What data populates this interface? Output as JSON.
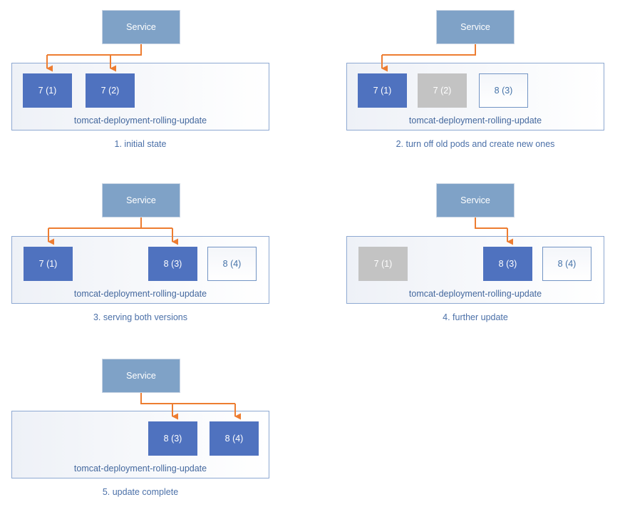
{
  "figure": {
    "title": "Kubernetes rolling update sequence",
    "colors": {
      "service_fill": "#7fa2c7",
      "service_stroke": "#c9d5e4",
      "pod_active_fill": "#4f72bf",
      "pod_active_stroke": "#4f72bf",
      "pod_terminating_fill": "#c3c3c3",
      "pod_terminating_stroke": "#c3c3c3",
      "pod_pending_fill": "#ffffff",
      "pod_pending_stroke": "#7294c4",
      "deployment_fill": "#f7f8fb",
      "deployment_stroke": "#8ea9d2",
      "arrow": "#ed7d31",
      "caption_text": "#4b70a8",
      "deployment_text": "#44689e",
      "pod_text_light": "#ffffff",
      "pod_text_blue": "#4472a8"
    },
    "labels": {
      "service": "Service",
      "deployment": "tomcat-deployment-rolling-update"
    },
    "panels": [
      {
        "id": "panel-1",
        "caption": "1. initial state",
        "service": "Service",
        "deployment": "tomcat-deployment-rolling-update",
        "pods": [
          {
            "label": "7 (1)",
            "state": "active"
          },
          {
            "label": "7 (2)",
            "state": "active"
          }
        ],
        "arrows_to_pods": [
          1,
          2
        ]
      },
      {
        "id": "panel-2",
        "caption": "2. turn off old pods and create new ones",
        "service": "Service",
        "deployment": "tomcat-deployment-rolling-update",
        "pods": [
          {
            "label": "7 (1)",
            "state": "active"
          },
          {
            "label": "7 (2)",
            "state": "terminating"
          },
          {
            "label": "8 (3)",
            "state": "pending"
          }
        ],
        "arrows_to_pods": [
          1
        ]
      },
      {
        "id": "panel-3",
        "caption": "3. serving both versions",
        "service": "Service",
        "deployment": "tomcat-deployment-rolling-update",
        "pods": [
          {
            "label": "7 (1)",
            "state": "active"
          },
          {
            "label": "8 (3)",
            "state": "active"
          },
          {
            "label": "8 (4)",
            "state": "pending"
          }
        ],
        "arrows_to_pods": [
          1,
          3
        ]
      },
      {
        "id": "panel-4",
        "caption": "4. further update",
        "service": "Service",
        "deployment": "tomcat-deployment-rolling-update",
        "pods": [
          {
            "label": "7 (1)",
            "state": "terminating"
          },
          {
            "label": "8 (3)",
            "state": "active"
          },
          {
            "label": "8 (4)",
            "state": "pending"
          }
        ],
        "arrows_to_pods": [
          3
        ]
      },
      {
        "id": "panel-5",
        "caption": "5. update complete",
        "service": "Service",
        "deployment": "tomcat-deployment-rolling-update",
        "pods": [
          {
            "label": "8 (3)",
            "state": "active"
          },
          {
            "label": "8 (4)",
            "state": "active"
          }
        ],
        "arrows_to_pods": [
          1,
          2
        ]
      }
    ]
  }
}
